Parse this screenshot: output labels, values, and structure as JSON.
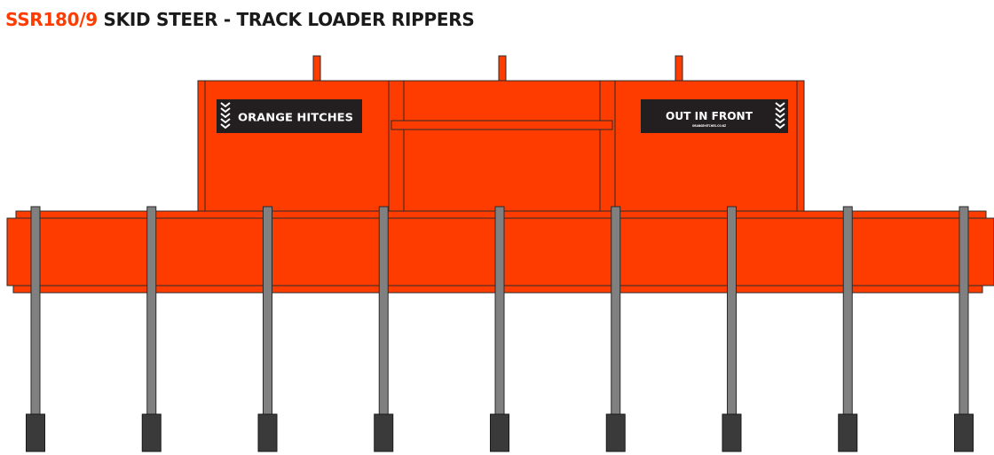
{
  "title": {
    "model": "SSR180/9",
    "description": " SKID STEER - TRACK LOADER RIPPERS"
  },
  "decals": {
    "left_logo": "ORANGE HITCHES",
    "right_slogan": "OUT IN FRONT",
    "right_small": "ORANGEHITCHES.CO.NZ"
  },
  "colors": {
    "brand_orange": "#FF3C00",
    "outline": "#2a2a2a",
    "tine_grey": "#808080",
    "tip_dark": "#3a3a3a",
    "decal_bg": "#231f20"
  },
  "tines": {
    "count": 9
  }
}
